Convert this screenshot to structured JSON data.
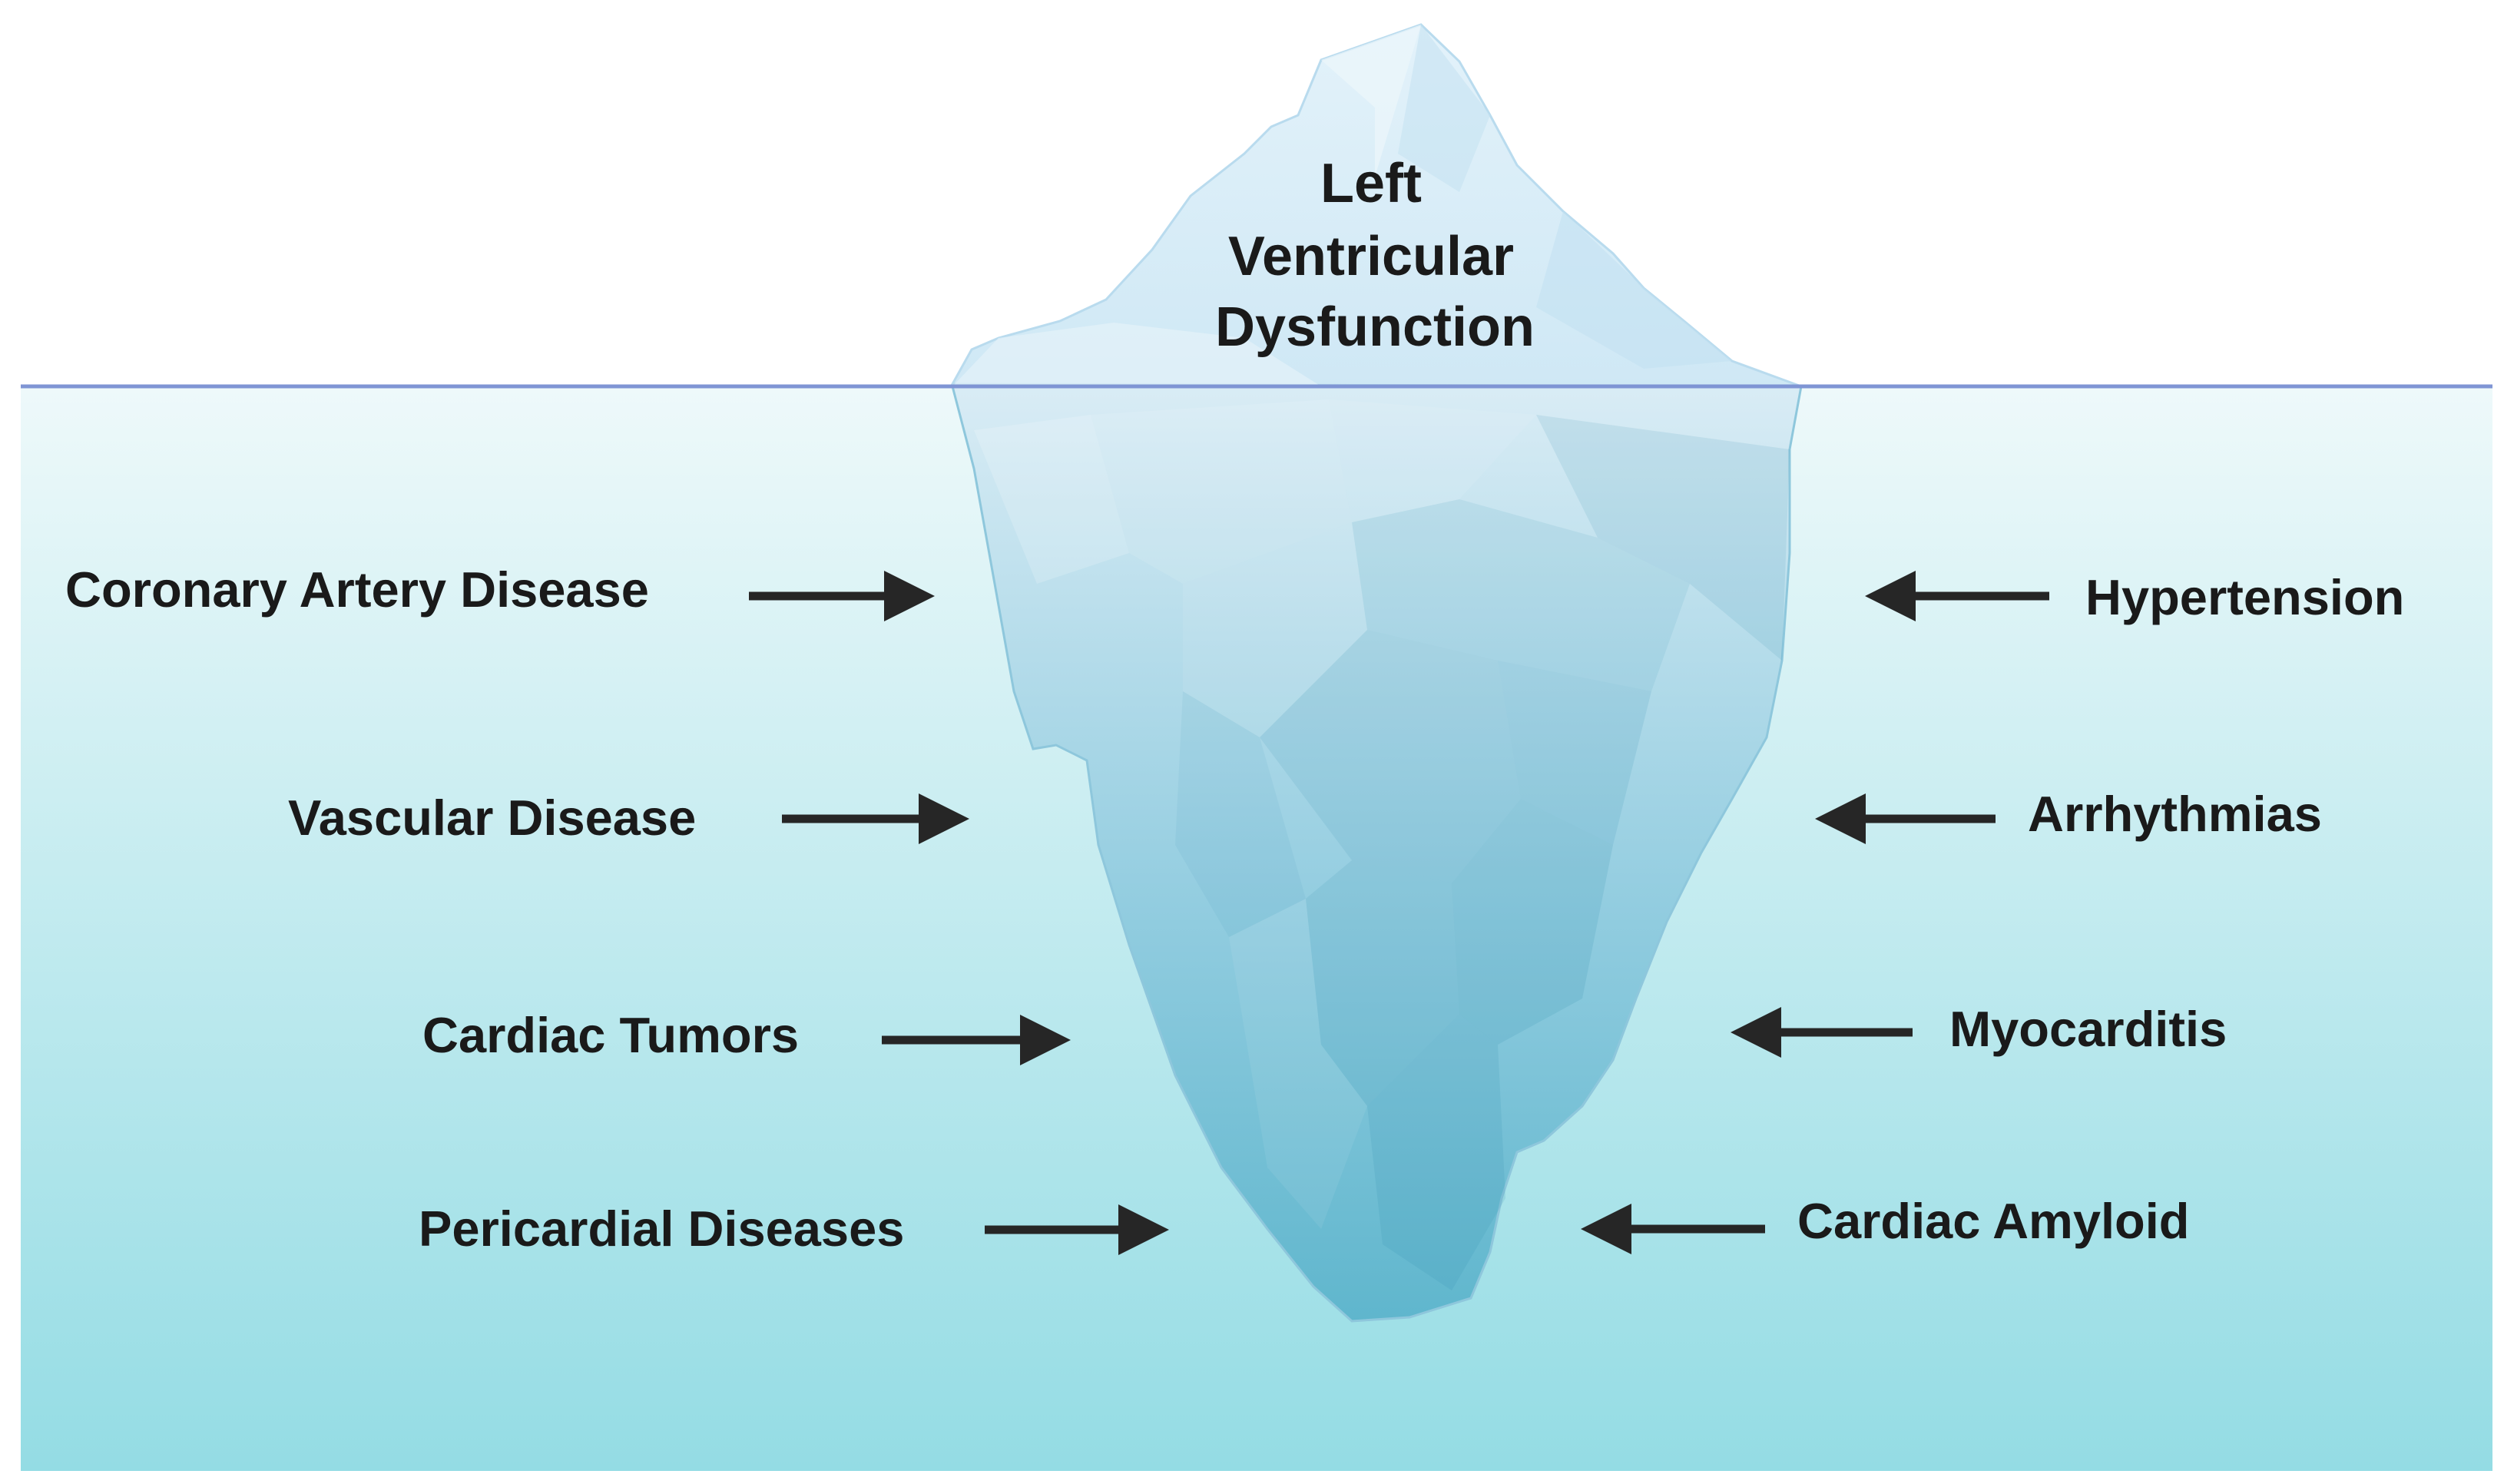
{
  "diagram": {
    "tip_title": [
      "Left",
      "Ventricular",
      "Dysfunction"
    ],
    "left_causes": [
      "Coronary Artery Disease",
      "Vascular Disease",
      "Cardiac Tumors",
      "Pericardial Diseases"
    ],
    "right_causes": [
      "Hypertension",
      "Arrhythmias",
      "Myocarditis",
      "Cardiac Amyloid"
    ]
  },
  "colors": {
    "water_top": "#eaf8f9",
    "water_bottom": "#94dce4",
    "waterline": "#7f95d4",
    "iceberg_top": "#d7ecf7",
    "iceberg_bottom": "#5bb3cc",
    "text": "#1a1a1a",
    "arrow": "#262626"
  },
  "icons": {
    "arrow_right": "arrow-right-icon",
    "arrow_left": "arrow-left-icon"
  }
}
